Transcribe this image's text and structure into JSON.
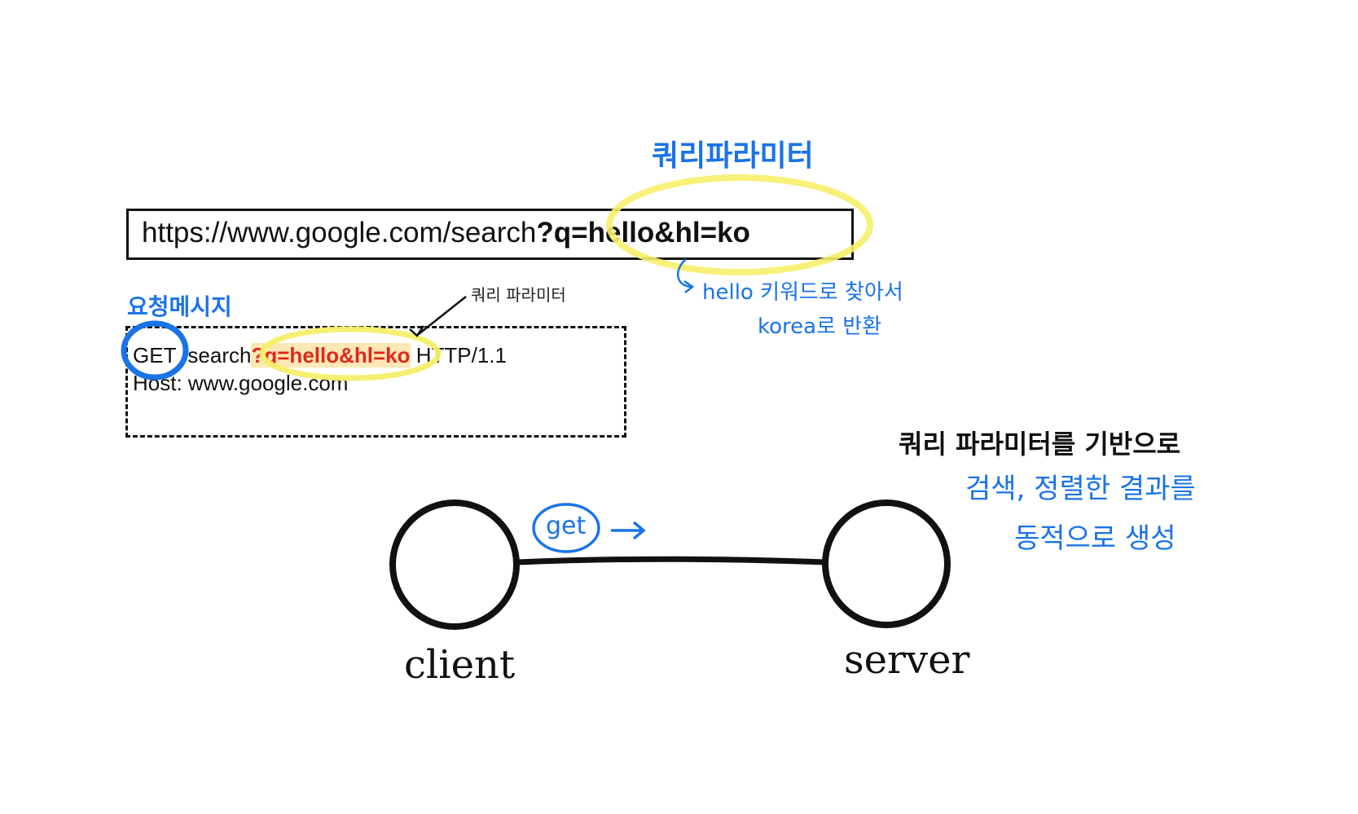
{
  "labels": {
    "query_param_title": "쿼리파라미터",
    "request_message": "요청메시지",
    "query_param_small": "쿼리 파라미터",
    "note_line1": "hello 키워드로 찾아서",
    "note_line2": "korea로 반환",
    "server_note_line1": "쿼리 파라미터를 기반으로",
    "server_note_line2": "검색, 정렬한 결과를",
    "server_note_line3": "동적으로 생성"
  },
  "url_bar": {
    "base": "https://www.google.com/search",
    "query": "?q=hello&hl=ko"
  },
  "request": {
    "method": "GET",
    "path": " /search",
    "query": "?q=hello&hl=ko",
    "version": " HTTP/1.1",
    "host_line": "Host: www.google.com"
  },
  "diagram": {
    "client_label": "client",
    "server_label": "server",
    "method_bubble": "get"
  },
  "colors": {
    "highlight_yellow": "#f6ef6a",
    "annotation_blue": "#1a73e8",
    "query_red": "#e0281b"
  }
}
